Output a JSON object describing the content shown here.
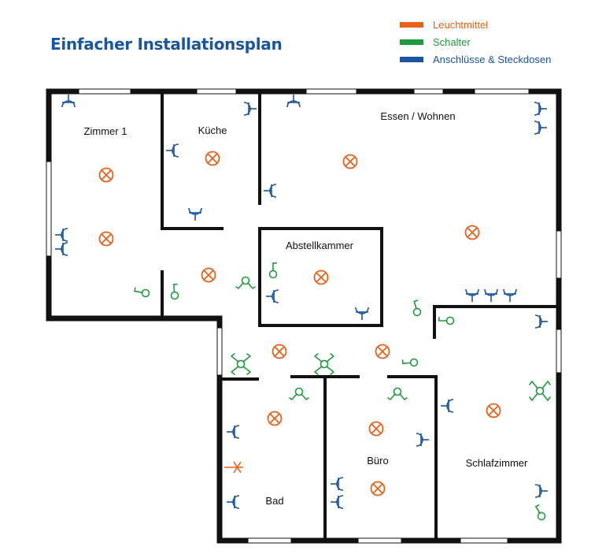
{
  "title": "Einfacher Installationsplan",
  "legend": [
    {
      "label": "Leuchtmittel",
      "color": "#e8611a"
    },
    {
      "label": "Schalter",
      "color": "#1f9a3f"
    },
    {
      "label": "Anschlüsse & Steckdosen",
      "color": "#1a56a0"
    }
  ],
  "rooms": {
    "zimmer1": "Zimmer 1",
    "kueche": "Küche",
    "essen": "Essen / Wohnen",
    "abstellkammer": "Abstellkammer",
    "bad": "Bad",
    "buero": "Büro",
    "schlafzimmer": "Schlafzimmer"
  },
  "colors": {
    "wall": "#111111",
    "window": "#ffffff",
    "light": "#e8611a",
    "switch": "#1f9a3f",
    "outlet": "#1a56a0"
  },
  "icons": {
    "light": "light-fixture-icon",
    "switch": "switch-icon",
    "outlet": "outlet-icon",
    "connector": "connector-icon"
  }
}
